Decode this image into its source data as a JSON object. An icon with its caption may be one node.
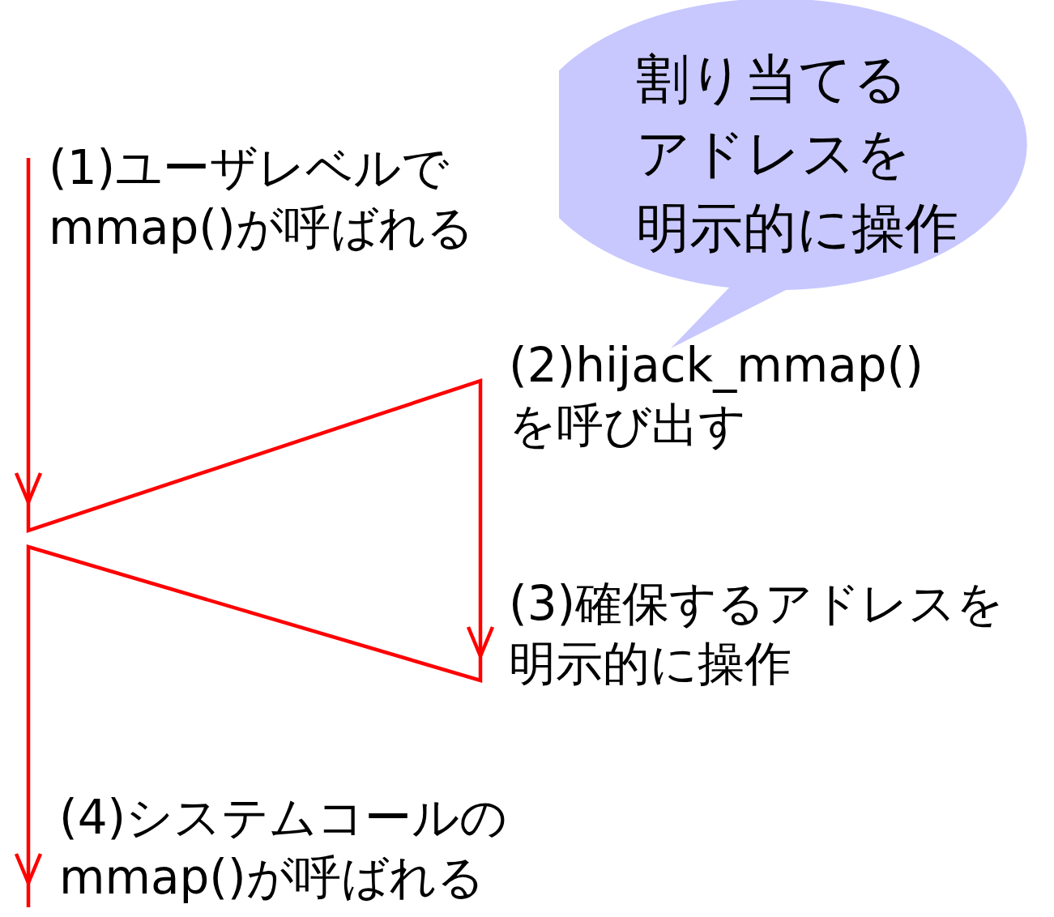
{
  "diagram": {
    "nodes": [
      {
        "text": [
          "割り当てるアドレスを明示的に操作"
        ]
      }
    ],
    "labels": [
      "(1)ユーザレベルでmmap()が呼ばれる",
      "(2)hijack_mmap()を呼び出す",
      "(3)確保するアドレスを明示的に操作",
      "(4)システムコールのmmap()が呼ばれる"
    ]
  }
}
